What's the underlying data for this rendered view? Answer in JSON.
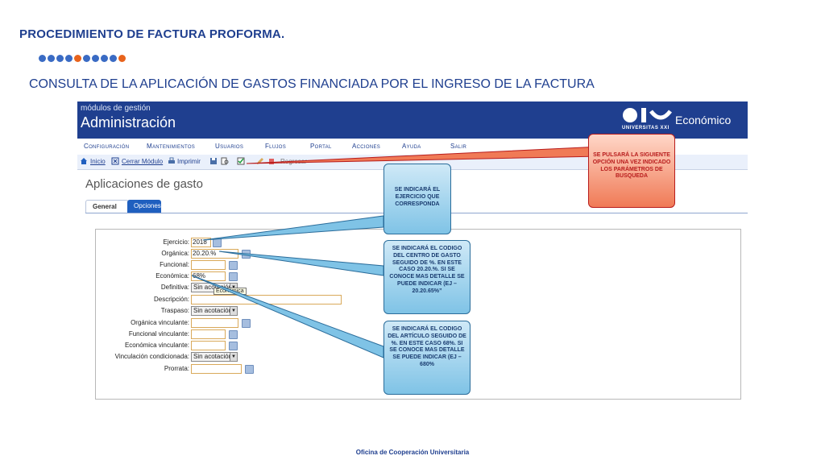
{
  "slide": {
    "title": "PROCEDIMIENTO DE FACTURA PROFORMA.",
    "subtitle": "CONSULTA DE LA APLICACIÓN DE GASTOS FINANCIADA POR EL INGRESO DE LA FACTURA",
    "footer": "Oficina de Cooperación Universitaria"
  },
  "app": {
    "module_caption": "módulos de gestión",
    "module_name": "Administración",
    "logo_small": "UNIVERSITAS XXI",
    "logo_right": "Económico",
    "menu": [
      "Configuración",
      "Mantenimientos",
      "Usuarios",
      "Flujos",
      "Portal",
      "Acciones",
      "Ayuda",
      "Salir"
    ],
    "toolbar": {
      "home": "Inicio",
      "close_module": "Cerrar Módulo",
      "print": "Imprimir",
      "extra": "Regresar"
    },
    "page_heading": "Aplicaciones de gasto",
    "tabs": [
      "General",
      "Opciones"
    ],
    "form": {
      "labels": [
        "Ejercicio:",
        "Orgánica:",
        "Funcional:",
        "Económica:",
        "Definitiva:",
        "Descripción:",
        "Traspaso:",
        "Orgánica vinculante:",
        "Funcional vinculante:",
        "Económica vinculante:",
        "Vinculación condicionada:",
        "Prorrata:"
      ],
      "ejercicio": "2018",
      "organica": "20.20.%",
      "funcional": "",
      "economica": "68%",
      "definitiva": "Sin acotación",
      "descripcion": "",
      "traspaso": "Sin acotación",
      "organica_vinculante": "",
      "funcional_vinculante": "",
      "economica_vinculante": "",
      "vinculacion_condicionada": "Sin acotación",
      "prorrata": "",
      "tooltip": "Económica"
    }
  },
  "callouts": {
    "busqueda": "SE PULSARÁ LA SIGUIENTE OPCIÓN UNA VEZ INDICADO LOS PARÁMETROS DE BUSQUEDA",
    "ejercicio": "SE INDICARÁ EL EJERCICIO QUE CORRESPONDA",
    "organica": "SE INDICARÁ EL CODIGO DEL CENTRO DE GASTO SEGUIDO DE %. EN ESTE CASO 20.20.%. SI SE CONOCE MAS DETALLE SE PUEDE INDICAR (EJ – 20.20.65%”",
    "economica": "SE INDICARÁ EL CODIGO DEL ARTÍCULO SEGUIDO DE %. EN ESTE CASO 68%. SI SE CONOCE MAS DETALLE SE PUEDE INDICAR (EJ – 680%"
  },
  "colors": {
    "brand_blue": "#1f3f8f",
    "accent_orange": "#e8631c",
    "callout_blue": "#7fc3e6",
    "callout_red": "#f07a56"
  }
}
